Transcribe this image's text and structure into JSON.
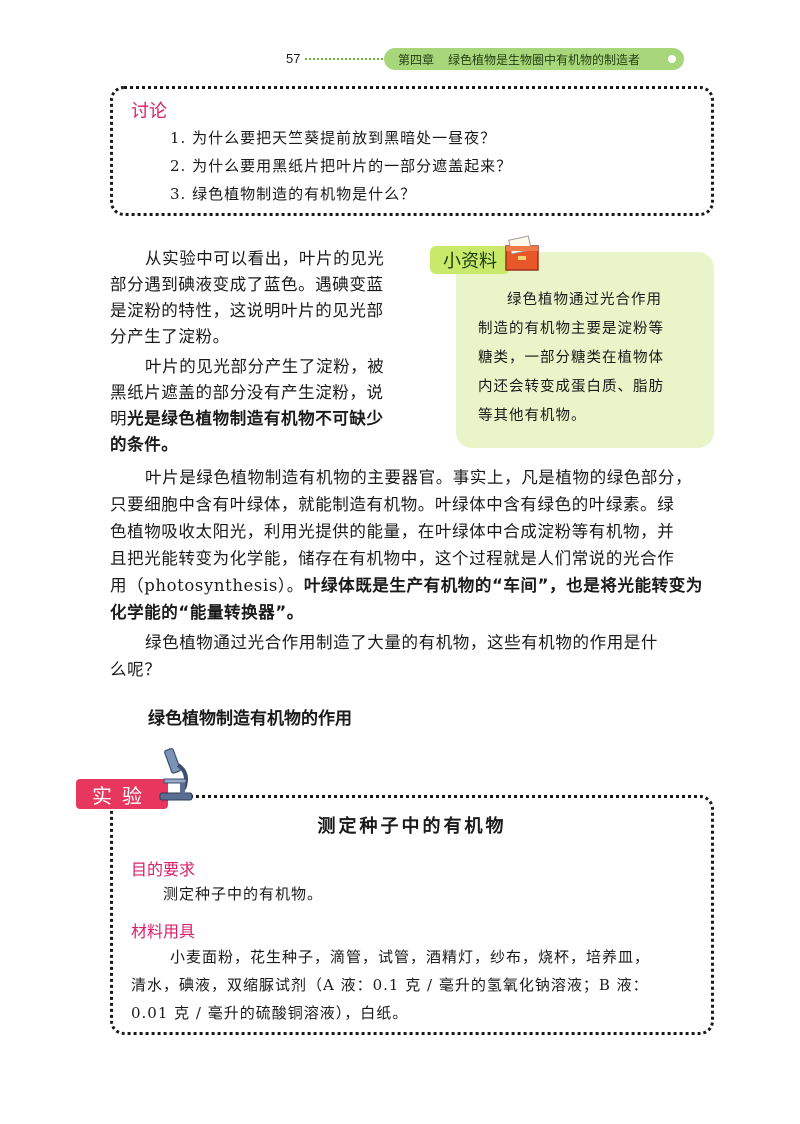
{
  "header": {
    "page_number": "57",
    "chapter": "第四章",
    "title": "绿色植物是生物圈中有机物的制造者"
  },
  "discussion": {
    "title": "讨论",
    "questions": [
      "1. 为什么要把天竺葵提前放到黑暗处一昼夜？",
      "2. 为什么要用黑纸片把叶片的一部分遮盖起来？",
      "3. 绿色植物制造的有机物是什么？"
    ]
  },
  "body": {
    "p1_lines": [
      "从实验中可以看出，叶片的见光",
      "部分遇到碘液变成了蓝色。遇碘变蓝",
      "是淀粉的特性，这说明叶片的见光部",
      "分产生了淀粉。"
    ],
    "p2_lines": [
      "叶片的见光部分产生了淀粉，被",
      "黑纸片遮盖的部分没有产生淀粉，说"
    ],
    "p2_line3_normal": "明",
    "p2_line3_bold": "光是绿色植物制造有机物不可缺少",
    "p2_line4_bold": "的条件。",
    "p3_lines": [
      "叶片是绿色植物制造有机物的主要器官。事实上，凡是植物的绿色部分，",
      "只要细胞中含有叶绿体，就能制造有机物。叶绿体中含有绿色的叶绿素。绿",
      "色植物吸收太阳光，利用光提供的能量，在叶绿体中合成淀粉等有机物，并",
      "且把光能转变为化学能，储存在有机物中，这个过程就是人们常说的光合作"
    ],
    "p3_line5_normal": "用（photosynthesis）。",
    "p3_line5_bold": "叶绿体既是生产有机物的“车间”，也是将光能转变为",
    "p3_line6_bold": "化学能的“能量转换器”。",
    "p4_lines": [
      "绿色植物通过光合作用制造了大量的有机物，这些有机物的作用是什",
      "么呢？"
    ]
  },
  "sidebar": {
    "tag": "小资料",
    "lines": [
      "绿色植物通过光合作用",
      "制造的有机物主要是淀粉等",
      "糖类，一部分糖类在植物体",
      "内还会转变成蛋白质、脂肪",
      "等其他有机物。"
    ]
  },
  "section_heading": "绿色植物制造有机物的作用",
  "experiment": {
    "tag": "实验",
    "title": "测定种子中的有机物",
    "purpose_label": "目的要求",
    "purpose_text": "测定种子中的有机物。",
    "materials_label": "材料用具",
    "materials_lines": [
      "小麦面粉，花生种子，滴管，试管，酒精灯，纱布，烧杯，培养皿，",
      "清水，碘液，双缩脲试剂（A 液：0.1 克 / 毫升的氢氧化钠溶液；B 液：",
      "0.01 克 / 毫升的硫酸铜溶液），白纸。"
    ]
  }
}
